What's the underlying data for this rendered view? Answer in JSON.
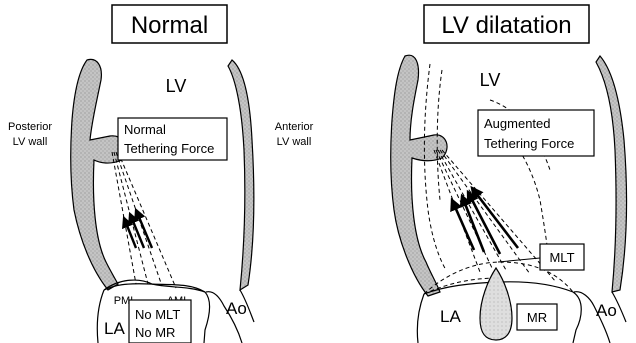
{
  "panels": {
    "normal": {
      "title": "Normal",
      "lv": "LV",
      "posterior_wall": [
        "Posterior",
        "LV wall"
      ],
      "anterior_wall": [
        "Anterior",
        "LV wall"
      ],
      "force_label": [
        "Normal",
        "Tethering Force"
      ],
      "pml": "PML",
      "aml": "AML",
      "la": "LA",
      "ao": "Ao",
      "status": [
        "No MLT",
        "No MR"
      ]
    },
    "dilatation": {
      "title": "LV dilatation",
      "lv": "LV",
      "force_label": [
        "Augmented",
        "Tethering Force"
      ],
      "mlt": "MLT",
      "mr": "MR",
      "la": "LA",
      "ao": "Ao"
    }
  },
  "colors": {
    "wall_fill": "#bdbdbd",
    "mr_fill": "#d9d9d9",
    "line": "#000000"
  }
}
